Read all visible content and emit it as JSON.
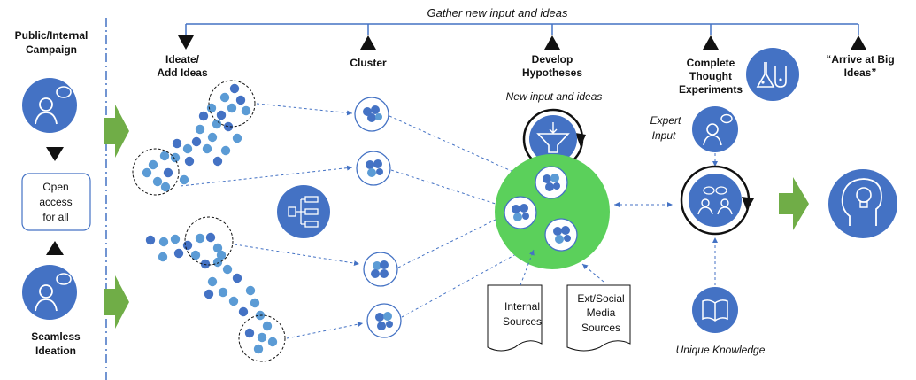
{
  "colors": {
    "accent_blue": "#4472C4",
    "dot_blue": "#5B9BD5",
    "green": "#70AD47",
    "green_circle": "#5BD05B",
    "dashed_blue": "#4472C4"
  },
  "top_bar": {
    "label": "Gather new input and ideas"
  },
  "left_panel": {
    "title_line1": "Public/Internal",
    "title_line2": "Campaign",
    "open_access_line1": "Open",
    "open_access_line2": "access",
    "open_access_line3": "for all",
    "bottom_line1": "Seamless",
    "bottom_line2": "Ideation",
    "top_icon": "person-speech-icon",
    "bottom_icon": "person-speech-icon"
  },
  "stages": {
    "ideate_line1": "Ideate/",
    "ideate_line2": "Add Ideas",
    "cluster": "Cluster",
    "develop_line1": "Develop",
    "develop_line2": "Hypotheses",
    "complete_line1": "Complete",
    "complete_line2": "Thought",
    "complete_line3": "Experiments",
    "arrive_line1": "“Arrive at Big",
    "arrive_line2": "Ideas”"
  },
  "annotations": {
    "new_input": "New input and ideas",
    "expert_line1": "Expert",
    "expert_line2": "Input",
    "internal_line1": "Internal",
    "internal_line2": "Sources",
    "ext_line1": "Ext/Social",
    "ext_line2": "Media",
    "ext_line3": "Sources",
    "unique_knowledge": "Unique Knowledge"
  },
  "icons": {
    "hierarchy": "hierarchy-icon",
    "funnel": "funnel-icon",
    "flask": "flask-icon",
    "expert": "person-speech-icon",
    "team": "team-discussion-icon",
    "book": "book-icon",
    "lightbulb": "head-lightbulb-icon"
  }
}
